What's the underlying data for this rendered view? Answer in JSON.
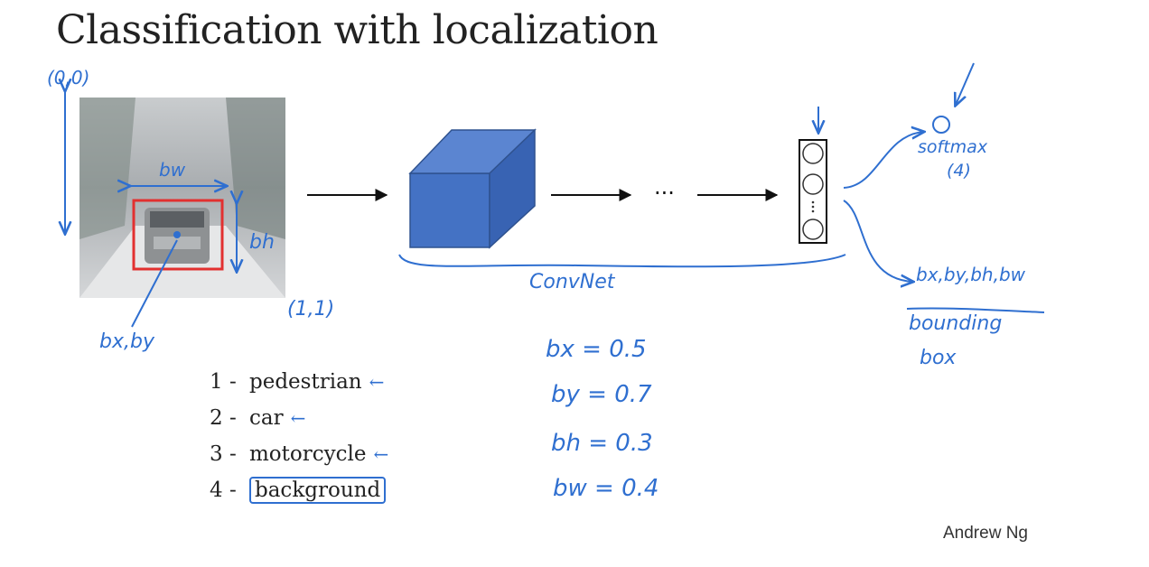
{
  "title": "Classification with localization",
  "origin_label": "(0,0)",
  "corner_label": "(1,1)",
  "bw_label": "bw",
  "bh_label": "bh",
  "center_label": "bx,by",
  "convnet_label": "ConvNet",
  "ellipsis": "···",
  "softmax": {
    "label": "softmax",
    "count": "(4)"
  },
  "bbox_output": {
    "values": "bx,by,bh,bw",
    "caption_line1": "bounding",
    "caption_line2": "box"
  },
  "classes": [
    {
      "num": "1 -",
      "label": "pedestrian",
      "arrow": "←"
    },
    {
      "num": "2 -",
      "label": "car",
      "arrow": "←"
    },
    {
      "num": "3 -",
      "label": "motorcycle",
      "arrow": "←"
    },
    {
      "num": "4 -",
      "label": "background",
      "arrow": ""
    }
  ],
  "example_values": [
    "bx = 0.5",
    "by = 0.7",
    "bh = 0.3",
    "bw = 0.4"
  ],
  "author": "Andrew Ng",
  "colors": {
    "ink": "#2f6fd0",
    "box": "#e23030",
    "cube": "#4472c4"
  }
}
